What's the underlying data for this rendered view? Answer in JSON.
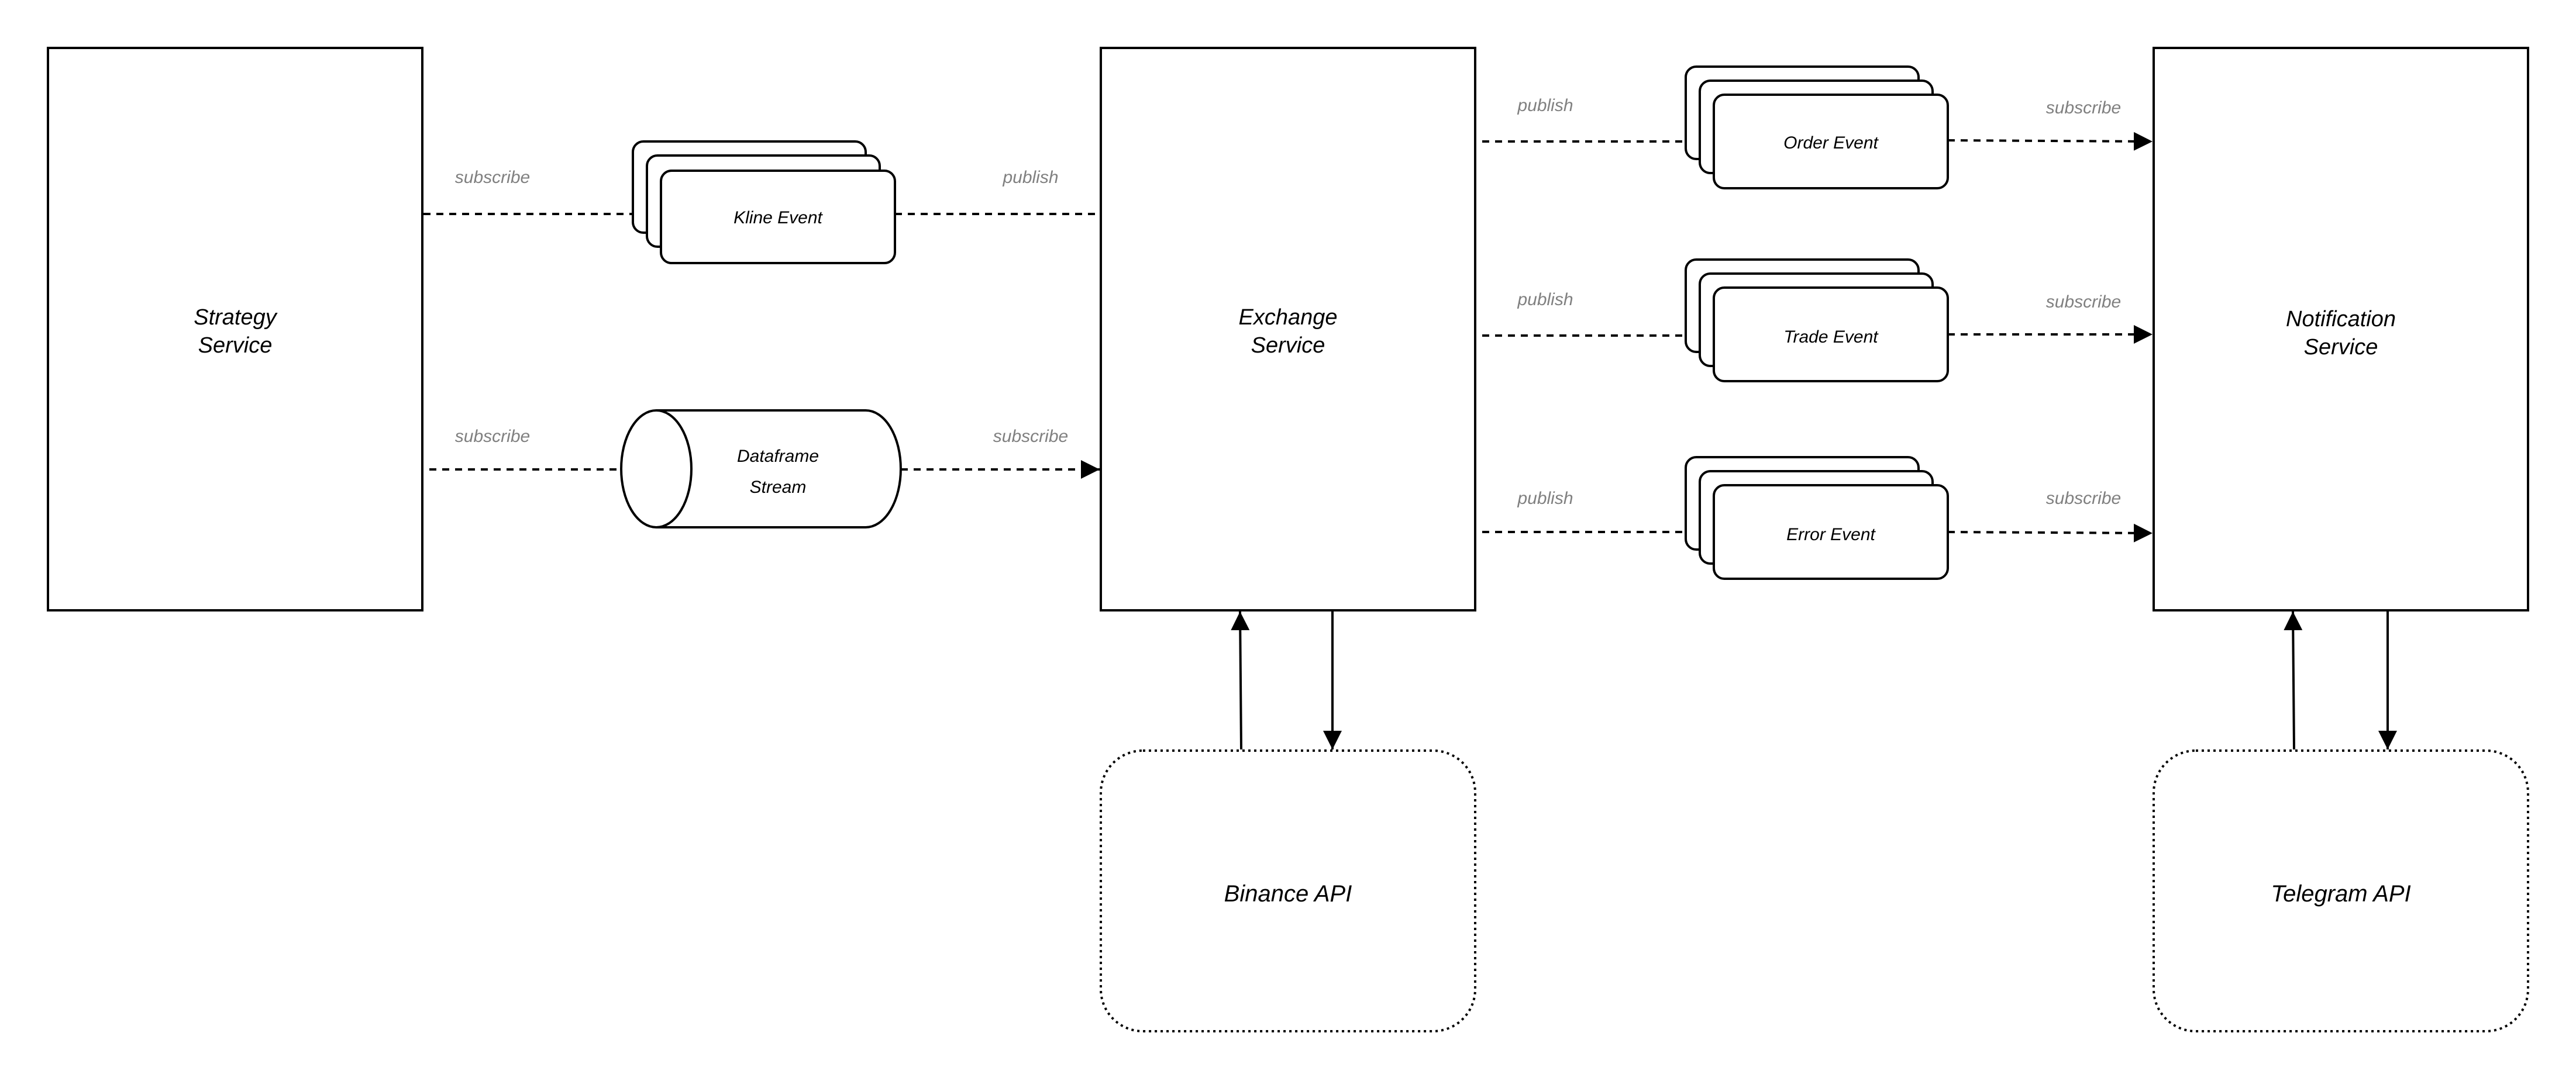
{
  "colors": {
    "stroke": "#000000",
    "edge_label": "#808080",
    "background": "#ffffff"
  },
  "services": {
    "strategy": {
      "line1": "Strategy",
      "line2": "Service"
    },
    "exchange": {
      "line1": "Exchange",
      "line2": "Service"
    },
    "notification": {
      "line1": "Notification",
      "line2": "Service"
    }
  },
  "events": {
    "kline": "Kline Event",
    "order": "Order Event",
    "trade": "Trade Event",
    "error": "Error Event"
  },
  "stream": {
    "line1": "Dataframe",
    "line2": "Stream"
  },
  "apis": {
    "binance": "Binance API",
    "telegram": "Telegram API"
  },
  "edges": {
    "strategy_kline": "subscribe",
    "kline_exchange": "publish",
    "strategy_stream": "subscribe",
    "stream_exchange": "subscribe",
    "exchange_order": "publish",
    "order_notification": "subscribe",
    "exchange_trade": "publish",
    "trade_notification": "subscribe",
    "exchange_error": "publish",
    "error_notification": "subscribe"
  }
}
